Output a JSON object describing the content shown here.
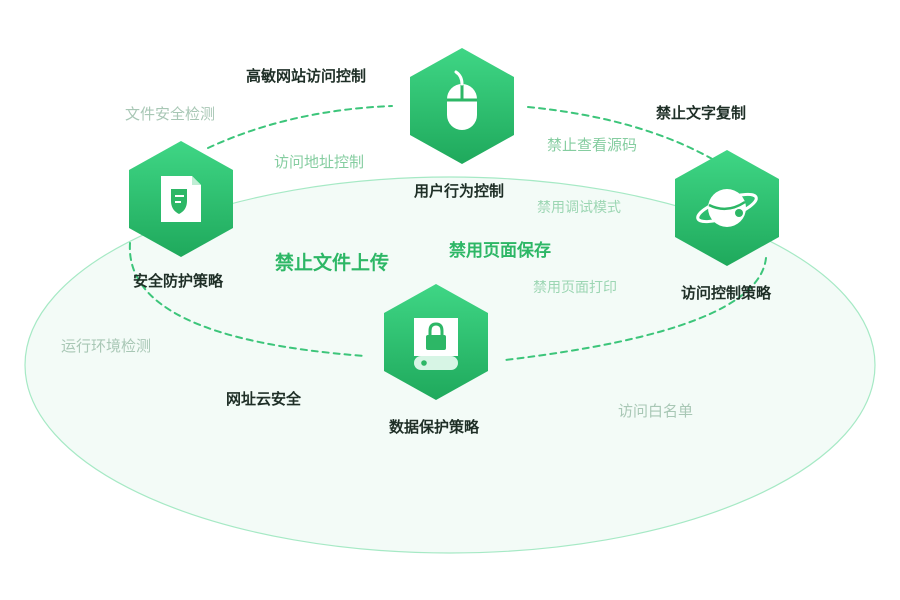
{
  "nodes": {
    "user_behavior": "用户行为控制",
    "security_policy": "安全防护策略",
    "access_policy": "访问控制策略",
    "data_policy": "数据保护策略"
  },
  "labels": {
    "high_sensitivity_site": "高敏网站访问控制",
    "file_security_check": "文件安全检测",
    "address_access_control": "访问地址控制",
    "no_text_copy": "禁止文字复制",
    "no_view_source": "禁止查看源码",
    "disable_debug_mode": "禁用调试模式",
    "no_file_upload": "禁止文件上传",
    "disable_page_save": "禁用页面保存",
    "disable_page_print": "禁用页面打印",
    "runtime_env_check": "运行环境检测",
    "url_cloud_security": "网址云安全",
    "access_whitelist": "访问白名单"
  },
  "colors": {
    "hex_top": "#3fd685",
    "hex_bottom": "#1fa95c",
    "dash": "#3cc57a",
    "ellipse_stroke": "#a6e9c5",
    "ellipse_fill": "#f3fbf7"
  },
  "icons": {
    "user_behavior": "mouse-icon",
    "security_policy": "shield-document-icon",
    "access_policy": "planet-icon",
    "data_policy": "lock-storage-icon"
  }
}
